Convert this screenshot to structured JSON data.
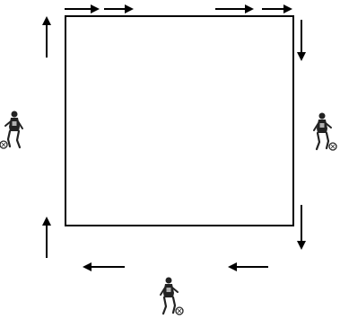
{
  "diagram": {
    "type": "field-drill-layout",
    "field": {
      "shape": "square",
      "stroke_color": "#000000",
      "fill_color": "#ffffff"
    },
    "arrows": [
      {
        "id": "top-left-1",
        "direction": "right"
      },
      {
        "id": "top-left-2",
        "direction": "right"
      },
      {
        "id": "top-right-1",
        "direction": "right"
      },
      {
        "id": "top-right-2",
        "direction": "right"
      },
      {
        "id": "right-top",
        "direction": "down"
      },
      {
        "id": "right-bottom",
        "direction": "down"
      },
      {
        "id": "bottom-right",
        "direction": "left"
      },
      {
        "id": "bottom-left",
        "direction": "left"
      },
      {
        "id": "left-bottom",
        "direction": "up"
      },
      {
        "id": "left-top",
        "direction": "up"
      }
    ],
    "players": [
      {
        "id": "left",
        "icon": "soccer-player-icon",
        "facing": "left"
      },
      {
        "id": "right",
        "icon": "soccer-player-icon",
        "facing": "right"
      },
      {
        "id": "bottom",
        "icon": "soccer-player-icon",
        "facing": "right"
      }
    ],
    "colors": {
      "line": "#000000",
      "player_dark": "#222222",
      "player_light": "#ffffff"
    }
  }
}
